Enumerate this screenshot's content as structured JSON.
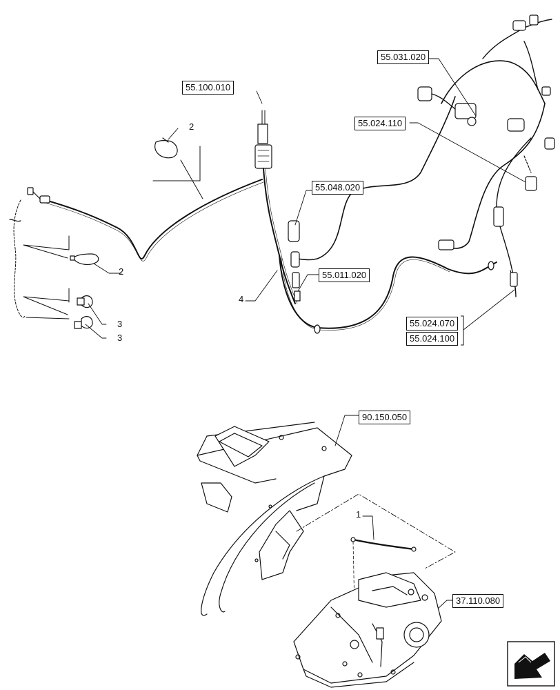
{
  "references": {
    "r1": "55.100.010",
    "r2": "55.031.020",
    "r3": "55.024.110",
    "r4": "55.048.020",
    "r5": "55.011.020",
    "r6": "55.024.070",
    "r7": "55.024.100",
    "r8": "90.150.050",
    "r9": "37.110.080"
  },
  "callouts": {
    "c2a": "2",
    "c2b": "2",
    "c3a": "3",
    "c3b": "3",
    "c4": "4",
    "c1": "1"
  },
  "nav_icon": "next-page-arrow-icon"
}
